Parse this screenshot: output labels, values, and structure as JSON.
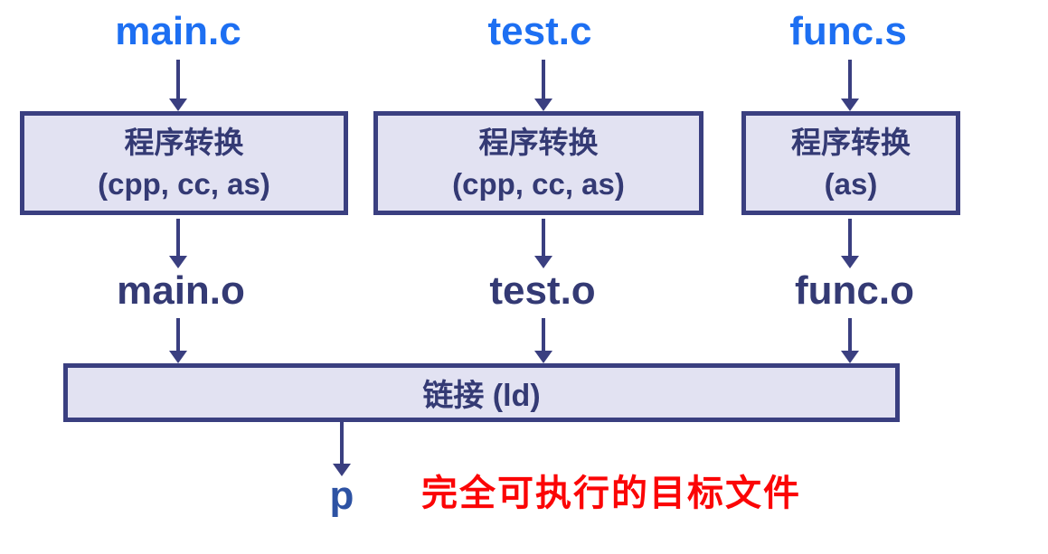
{
  "diagram": {
    "source_files": [
      {
        "label": "main.c"
      },
      {
        "label": "test.c"
      },
      {
        "label": "func.s"
      }
    ],
    "transform_stages": [
      {
        "title": "程序转换",
        "tools": "(cpp, cc, as)"
      },
      {
        "title": "程序转换",
        "tools": "(cpp, cc, as)"
      },
      {
        "title": "程序转换",
        "tools": "(as)"
      }
    ],
    "object_files": [
      {
        "label": "main.o"
      },
      {
        "label": "test.o"
      },
      {
        "label": "func.o"
      }
    ],
    "link_stage": {
      "label": "链接 (ld)"
    },
    "output_file": {
      "label": "p"
    },
    "annotation": {
      "label": "完全可执行的目标文件"
    },
    "colors": {
      "source-blue": "#1d6ff2",
      "navy": "#3a3f80",
      "box-fill": "#e2e2f2",
      "box-text": "#343a74",
      "output-blue": "#2d52a3",
      "annotation-red": "#fb0506"
    }
  }
}
